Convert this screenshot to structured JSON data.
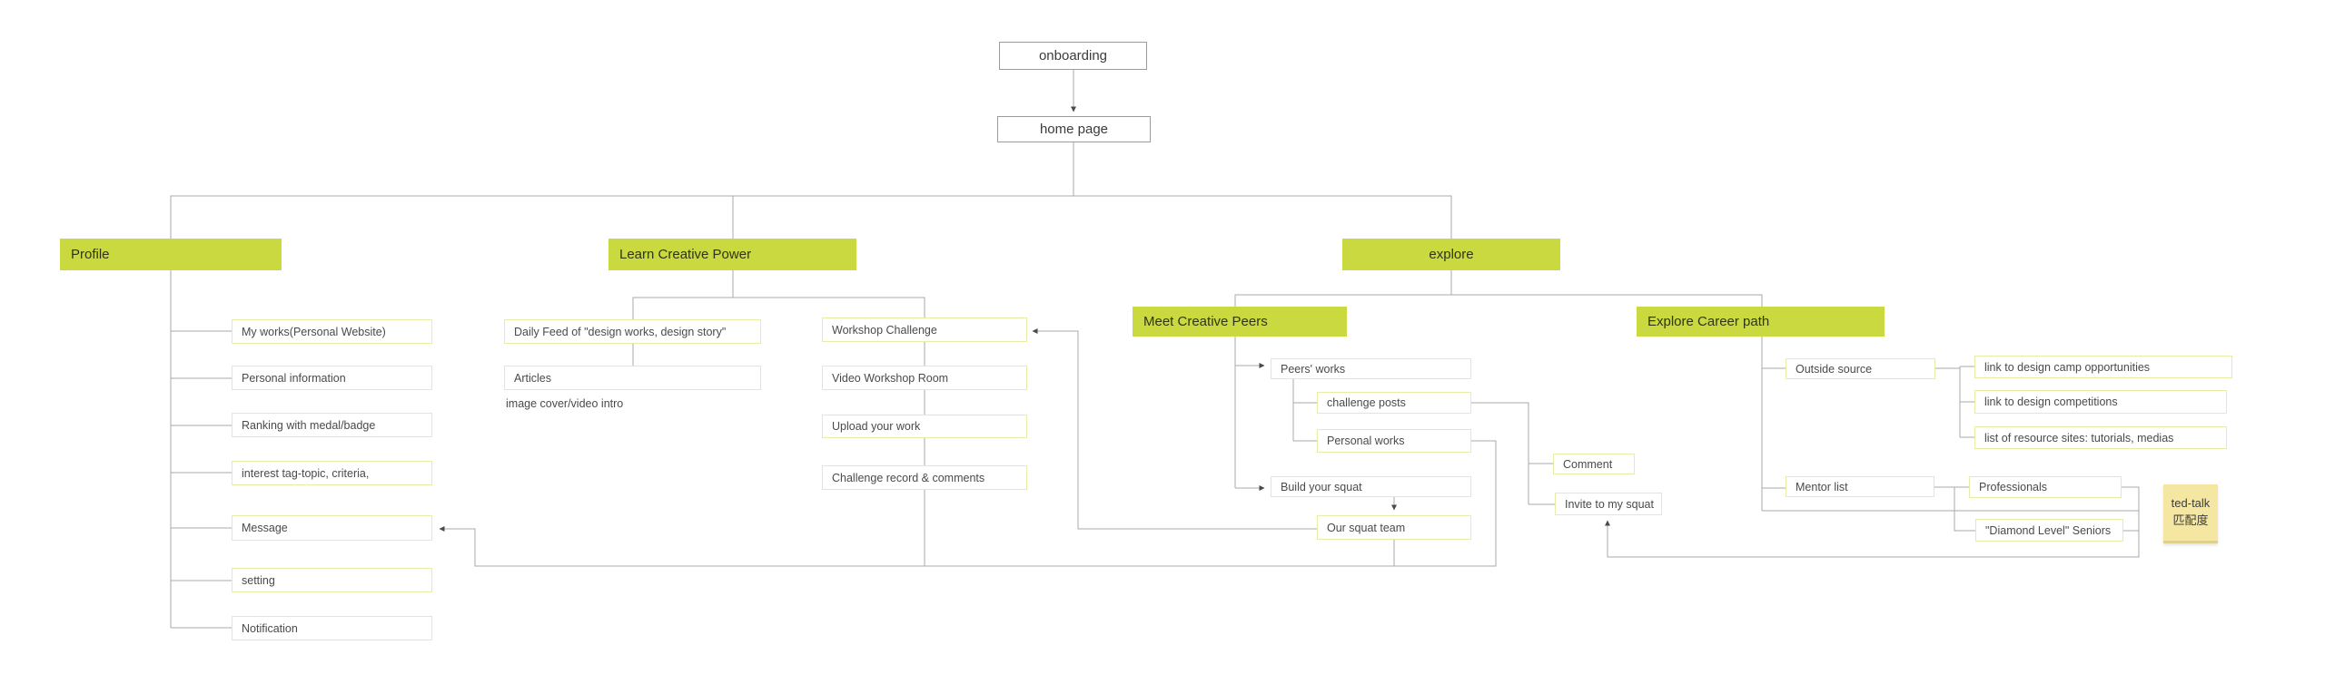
{
  "colors": {
    "accent_green": "#cbd940",
    "node_border": "#e7eda6",
    "connector_gray": "#a9a9a9",
    "gray_box_border": "#9b9b9b",
    "sticky_yellow": "#f5e7a2"
  },
  "tree": {
    "onboarding": {
      "label": "onboarding"
    },
    "home_page": {
      "label": "home page"
    },
    "profile": {
      "label": "Profile",
      "children": [
        "My works(Personal Website)",
        "Personal information",
        "Ranking with medal/badge",
        "interest tag-topic, criteria,",
        "Message",
        "setting",
        "Notification"
      ]
    },
    "learn": {
      "label": "Learn Creative Power",
      "feed": [
        "Daily Feed of \"design works, design story\"",
        "Articles"
      ],
      "feed_note": "image cover/video intro",
      "workshop": [
        "Workshop Challenge",
        "Video Workshop Room",
        "Upload your work",
        "Challenge record & comments"
      ]
    },
    "explore": {
      "label": "explore"
    },
    "peers": {
      "label": "Meet Creative Peers",
      "children": [
        "Peers' works",
        "challenge posts",
        "Personal works",
        "Build your squat",
        "Our squat team",
        "Comment",
        "Invite to my squat"
      ]
    },
    "career": {
      "label": "Explore Career path",
      "children": [
        "Outside source",
        "Mentor list",
        "link to design camp opportunities",
        "link to design competitions",
        "list of resource sites: tutorials, medias",
        "Professionals",
        "\"Diamond Level\" Seniors"
      ]
    },
    "sticky": {
      "line1": "ted-talk",
      "line2": "匹配度"
    }
  }
}
